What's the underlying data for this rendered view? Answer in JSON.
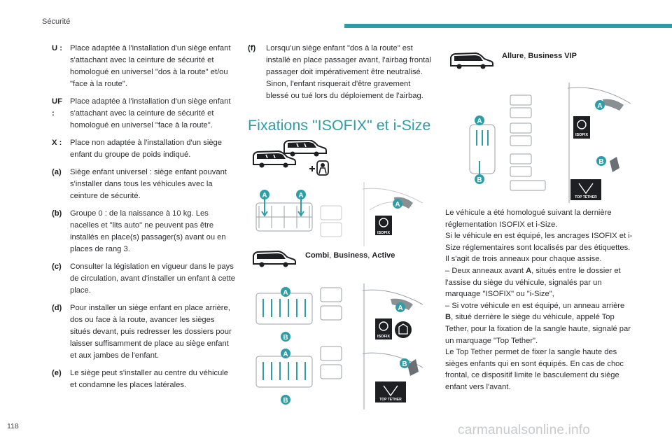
{
  "header": {
    "section": "Sécurité",
    "page_number": "118"
  },
  "definitions": [
    {
      "key": "U :",
      "text": "Place adaptée à l'installation d'un siège enfant s'attachant avec la ceinture de sécurité et homologué en universel \"dos à la route\" et/ou \"face à la route\"."
    },
    {
      "key": "UF :",
      "text": "Place adaptée à l'installation d'un siège enfant s'attachant avec la ceinture de sécurité et homologué en universel \"face à la route\"."
    },
    {
      "key": "X :",
      "text": "Place non adaptée à l'installation d'un siège enfant du groupe de poids indiqué."
    },
    {
      "key": "(a)",
      "text": "Siège enfant universel : siège enfant pouvant s'installer dans tous les véhicules avec la ceinture de sécurité."
    },
    {
      "key": "(b)",
      "text": "Groupe 0 : de la naissance à 10 kg. Les nacelles et \"lits auto\" ne peuvent pas être installés en place(s) passager(s) avant ou en places de rang 3."
    },
    {
      "key": "(c)",
      "text": "Consulter la législation en vigueur dans le pays de circulation, avant d'installer un enfant à cette place."
    },
    {
      "key": "(d)",
      "text": "Pour installer un siège enfant en place arrière, dos ou face à la route, avancer les sièges situés devant, puis redresser les dossiers pour laisser suffisamment de place au siège enfant et aux jambes de l'enfant."
    },
    {
      "key": "(e)",
      "text": "Le siège peut s'installer au centre du véhicule et condamne les places latérales."
    }
  ],
  "note_f": {
    "key": "(f)",
    "text": "Lorsqu'un siège enfant \"dos à la route\" est installé en place passager avant, l'airbag frontal passager doit impérativement être neutralisé. Sinon, l'enfant risquerait d'être gravement blessé ou tué lors du déploiement de l'airbag."
  },
  "heading": "Fixations \"ISOFIX\" et i-Size",
  "figures": {
    "fig_markers": {
      "a": "A",
      "b": "B"
    },
    "isofix_label": "ISOFIX",
    "top_tether_label": "TOP TETHER",
    "combi_caption": {
      "v1": "Combi",
      "sep1": ", ",
      "v2": "Business",
      "sep2": ", ",
      "v3": "Active"
    },
    "allure_caption": {
      "v1": "Allure",
      "sep1": ", ",
      "v2": "Business VIP"
    }
  },
  "body_text": {
    "p1": "Le véhicule a été homologué suivant la dernière réglementation ISOFIX et i-Size.",
    "p2": "Si le véhicule en est équipé, les ancrages ISOFIX et i-Size réglementaires sont localisés par des étiquettes.",
    "p3": "Il s'agit de trois anneaux pour chaque assise.",
    "b1_pre": "–  Deux anneaux avant ",
    "b1_bold": "A",
    "b1_post": ", situés entre le dossier et l'assise du siège du véhicule, signalés par un marquage \"ISOFIX\" ou \"i-Size\",",
    "b2_pre": "–  Si votre véhicule en est équipé, un anneau arrière ",
    "b2_bold": "B",
    "b2_post": ", situé derrière le siège du véhicule, appelé Top Tether, pour la fixation de la sangle haute, signalé par un marquage \"Top Tether\".",
    "p4": "Le Top Tether permet de fixer la sangle haute des sièges enfants qui en sont équipés. En cas de choc frontal, ce dispositif limite le basculement du siège enfant vers l'avant."
  },
  "watermark": "carmanualsonline.info",
  "colors": {
    "accent": "#2e9ea6",
    "text": "#2b2d30"
  }
}
